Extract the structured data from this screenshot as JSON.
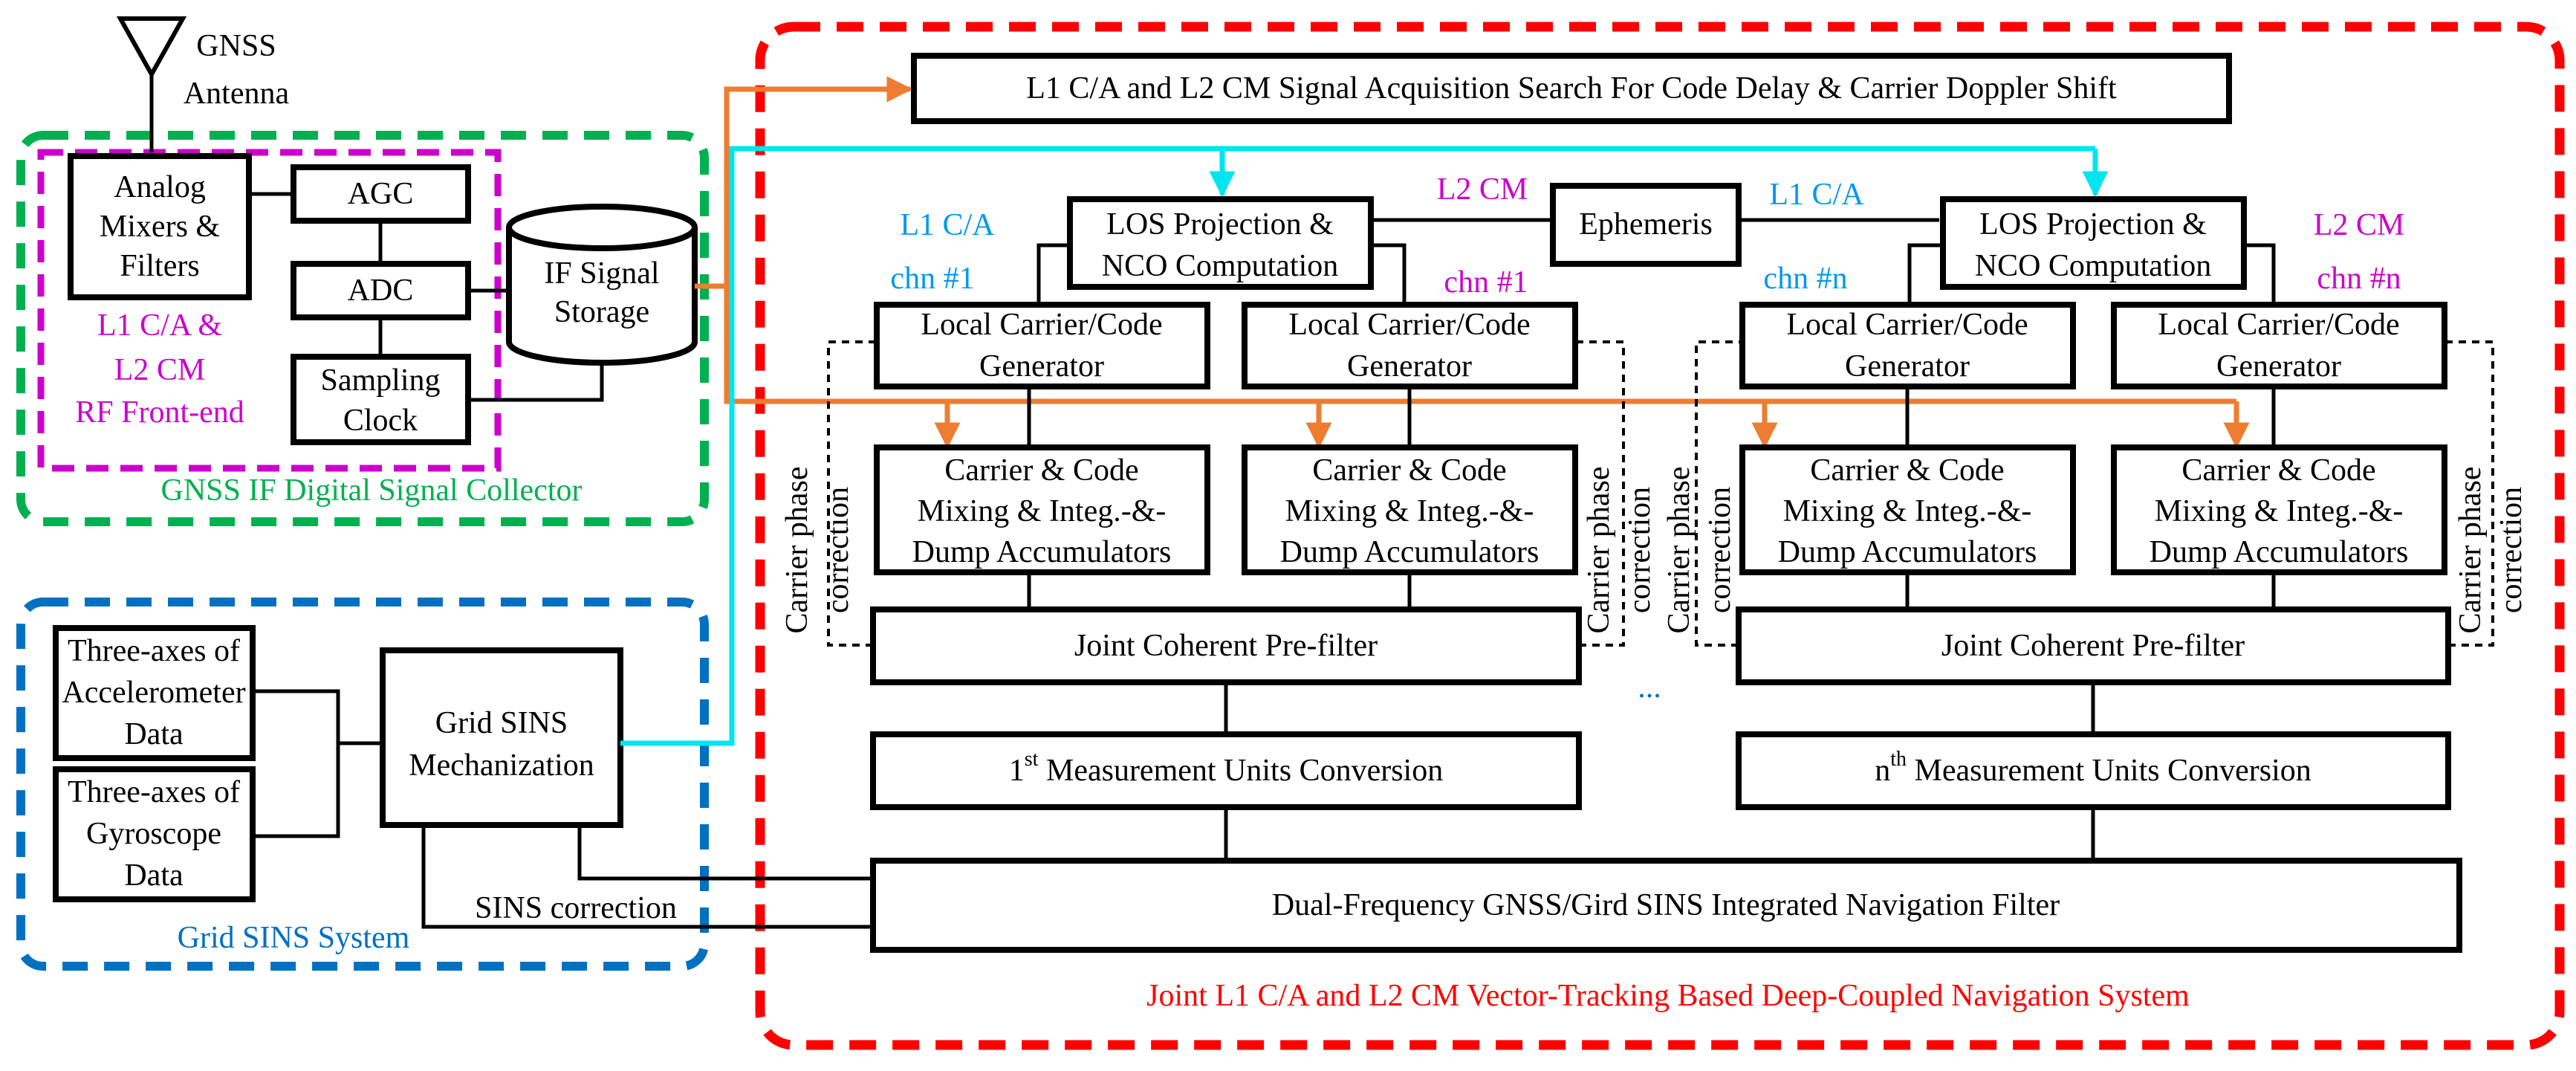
{
  "colors": {
    "collector_border": "#00b050",
    "sins_border": "#0070c0",
    "nav_system_border": "#ff0000",
    "rf_frontend_border": "#cc00cc",
    "orange_path": "#ed7d31",
    "cyan_path": "#00e5ee",
    "l1_text": "#0099ee",
    "l2_text": "#cc00cc"
  },
  "antenna": {
    "label_1": "GNSS",
    "label_2": "Antenna"
  },
  "collector": {
    "title": "GNSS IF Digital Signal Collector",
    "analog_mixers": [
      "Analog",
      "Mixers &",
      "Filters"
    ],
    "agc": "AGC",
    "adc": "ADC",
    "sampling_clock": [
      "Sampling",
      "Clock"
    ],
    "rf_frontend": [
      "L1 C/A &",
      "L2 CM",
      "RF Front-end"
    ],
    "if_storage": [
      "IF Signal",
      "Storage"
    ]
  },
  "sins": {
    "title": "Grid SINS System",
    "accelerometer": [
      "Three-axes of",
      "Accelerometer",
      "Data"
    ],
    "gyroscope": [
      "Three-axes of",
      "Gyroscope",
      "Data"
    ],
    "mechanization": [
      "Grid SINS",
      "Mechanization"
    ],
    "correction": "SINS correction"
  },
  "nav_system": {
    "title": "Joint L1 C/A and L2 CM Vector-Tracking Based Deep-Coupled Navigation System",
    "acquisition": "L1 C/A and L2 CM Signal Acquisition Search For Code Delay & Carrier Doppler Shift",
    "ephemeris": "Ephemeris",
    "eph_l2_label": "L2 CM",
    "eph_l1_label": "L1 C/A",
    "los": [
      "LOS Projection  &",
      "NCO Computation"
    ],
    "local_gen": [
      "Local Carrier/Code",
      "Generator"
    ],
    "mixing": [
      "Carrier & Code",
      "Mixing & Integ.-&-",
      "Dump Accumulators"
    ],
    "carrier_phase": [
      "Carrier phase",
      "correction"
    ],
    "prefilter": "Joint Coherent Pre-filter",
    "ellipsis": "...",
    "filter": "Dual-Frequency GNSS/Gird SINS Integrated Navigation Filter",
    "channel_1": {
      "l1_label": "L1 C/A",
      "l1_chn": "chn #1",
      "l2_chn": "chn #1",
      "meas_prefix": "1",
      "meas_sup": "st",
      "meas_suffix": " Measurement Units Conversion"
    },
    "channel_n": {
      "l1_chn": "chn #n",
      "l2_label": "L2 CM",
      "l2_chn": "chn #n",
      "meas_prefix": "n",
      "meas_sup": "th",
      "meas_suffix": " Measurement Units Conversion"
    }
  }
}
